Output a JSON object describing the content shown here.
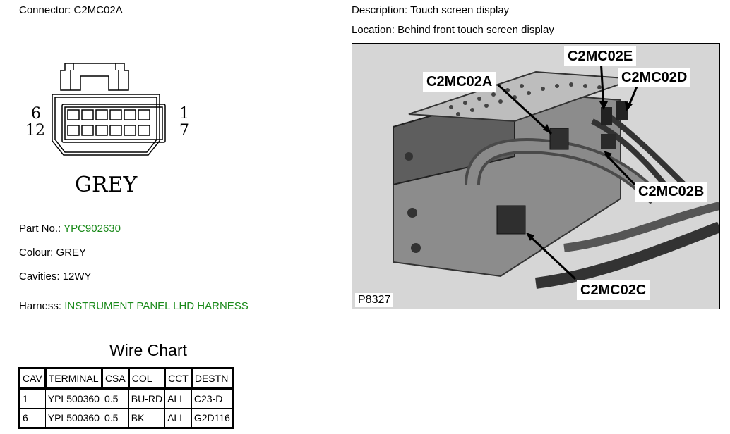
{
  "connector": {
    "label": "Connector:",
    "value": "C2MC02A"
  },
  "description": {
    "label": "Description:",
    "value": "Touch screen display"
  },
  "location": {
    "label": "Location:",
    "value": "Behind front touch screen display"
  },
  "diagram": {
    "pin_left_top": "6",
    "pin_left_bottom": "12",
    "pin_right_top": "1",
    "pin_right_bottom": "7",
    "color_text": "GREY"
  },
  "details": {
    "part_no_label": "Part No.:",
    "part_no_value": "YPC902630",
    "colour_label": "Colour:",
    "colour_value": "GREY",
    "cavities_label": "Cavities:",
    "cavities_value": "12WY",
    "harness_label": "Harness:",
    "harness_value": "INSTRUMENT PANEL LHD HARNESS"
  },
  "photo": {
    "id": "P8327",
    "callouts": [
      "C2MC02A",
      "C2MC02E",
      "C2MC02D",
      "C2MC02B",
      "C2MC02C"
    ]
  },
  "wire_chart": {
    "title": "Wire Chart",
    "headers": [
      "CAV",
      "TERMINAL",
      "CSA",
      "COL",
      "CCT",
      "DESTN"
    ],
    "rows": [
      [
        "1",
        "YPL500360",
        "0.5",
        "BU-RD",
        "ALL",
        "C23-D"
      ],
      [
        "6",
        "YPL500360",
        "0.5",
        "BK",
        "ALL",
        "G2D116"
      ]
    ]
  },
  "colors": {
    "highlight": "#1a8a1a"
  }
}
